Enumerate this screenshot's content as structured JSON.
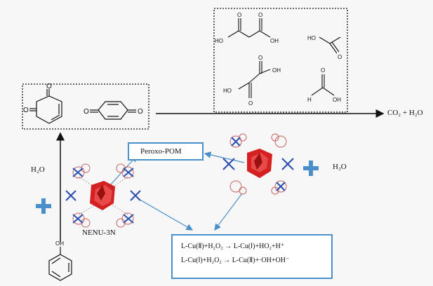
{
  "figure": {
    "intermediates": [
      "ortho-benzoquinone",
      "para-benzoquinone"
    ],
    "acids": [
      "malonic acid",
      "acetic acid",
      "oxalic acid",
      "formic acid"
    ],
    "oh_label": "OH",
    "o_label": "O",
    "h_label": "H",
    "ho_label": "HO",
    "water_label": "H₂O",
    "water_right_label": "H₂O",
    "products_label": "CO₂ + H₂O",
    "catalyst_label": "NENU-3N",
    "peroxo_label": "Peroxo-POM",
    "reactions": [
      "L-Cu(Ⅱ)+H₂O₂ → L-Cu(Ⅰ)+HO₂+H⁺",
      "L-Cu(Ⅰ)+H₂O₂ → L-Cu(Ⅱ)+·OH+OH⁻"
    ],
    "colors": {
      "accent": "#4a8fc9",
      "box_border": "#4a90c8",
      "cluster": "#d42020"
    }
  }
}
